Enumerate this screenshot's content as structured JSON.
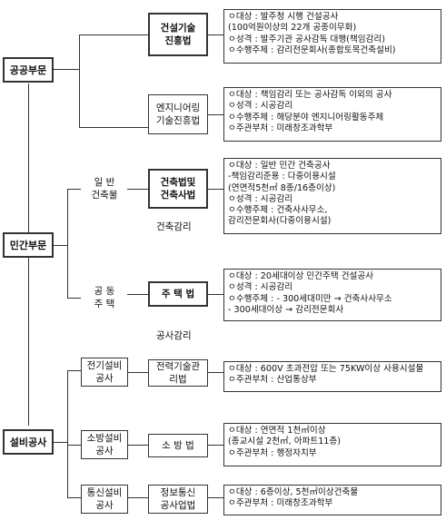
{
  "sectors": {
    "public": "공공부문",
    "private": "민간부문",
    "equipment": "설비공사"
  },
  "public": {
    "law1": [
      "건설기술",
      "진흥법"
    ],
    "law1_desc": [
      "ㅇ대상 : 발주청 시행 건설공사",
      "  (100억원이상의 22개 공종이무화)",
      "ㅇ성격 : 발주기관 공사감독 대행(책임감리)",
      "ㅇ수행주체 : 감리전문회사(종합토목건축설비)"
    ],
    "law2": [
      "엔지니어링",
      "기술진흥법"
    ],
    "law2_desc": [
      "ㅇ대상 : 책임감리 또는 공사감독 이외의 공사",
      "ㅇ성격 : 시공감리",
      "ㅇ수행주체 : 해당분야 엔지니어링활동주체",
      "ㅇ주관부처 : 미래창조과학부"
    ]
  },
  "private": {
    "sub1": [
      "일  반",
      "건축물"
    ],
    "law1": [
      "건축법및",
      "건축사법"
    ],
    "law1_desc": [
      "ㅇ대상 : 일반 민간 건축공사",
      "-책임감리준용 : 다중이용시설",
      "          (연면적5천㎡ 8종/16층이상)",
      "ㅇ성격 : 시공감리",
      "ㅇ수행주체 : 건축사사무소,",
      "        감리전문회사(다중이용시설)"
    ],
    "note1": "건축감리",
    "sub2": [
      "공  동",
      "주  택"
    ],
    "law2": "주 택 법",
    "law2_desc": [
      "ㅇ대상 : 20세대이상 민간주택 건설공사",
      "ㅇ성격 : 시공감리",
      "ㅇ수행주체 : - 300세대미만 → 건축사사무소",
      "          - 300세대이상 → 감리전문회사"
    ],
    "note2": "공사감리"
  },
  "equipment": {
    "sub1": [
      "전기설비",
      "공사"
    ],
    "law1": [
      "전력기술관",
      "리법"
    ],
    "law1_desc": [
      "ㅇ대상 : 600V 초과전압 또는 75KW이상 사용시설물",
      "ㅇ주관부처 : 산업통상부"
    ],
    "sub2": [
      "소방설비",
      "공사"
    ],
    "law2": "소 방 법",
    "law2_desc": [
      "ㅇ대상 : 연면적 1천㎡이상",
      "    (종교시설 2천㎡, 아파트11층)",
      "ㅇ주관부처 : 행정자치부"
    ],
    "sub3": [
      "통신설비",
      "공사"
    ],
    "law3": [
      "정보통신",
      "공사업법"
    ],
    "law3_desc": [
      "ㅇ대상 : 6층이상, 5천㎡이상건축물",
      "ㅇ주관부처 : 미래창조과학부"
    ]
  }
}
